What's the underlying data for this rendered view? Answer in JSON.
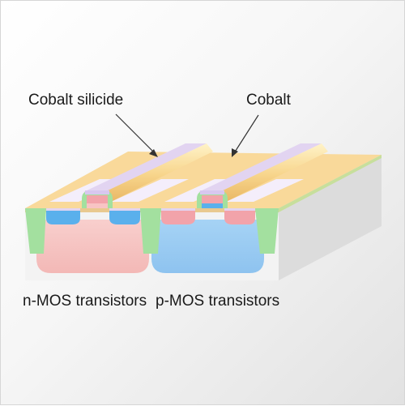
{
  "labels": {
    "cobalt_silicide": "Cobalt silicide",
    "cobalt": "Cobalt",
    "nmos": "n-MOS transistors",
    "pmos": "p-MOS transistors"
  },
  "colors": {
    "cobalt_layer": "#f9d99a",
    "gate": "#fbe5a8",
    "silicide": "#e2d4f1",
    "n_well": "#f5c2c0",
    "p_well": "#9ccbf2",
    "isolation": "#a3e09f",
    "n_diffusion": "#5ab0ec",
    "p_diffusion": "#f2a3aa",
    "substrate_front": "#f3f3f3",
    "substrate_side": "#dadada"
  }
}
